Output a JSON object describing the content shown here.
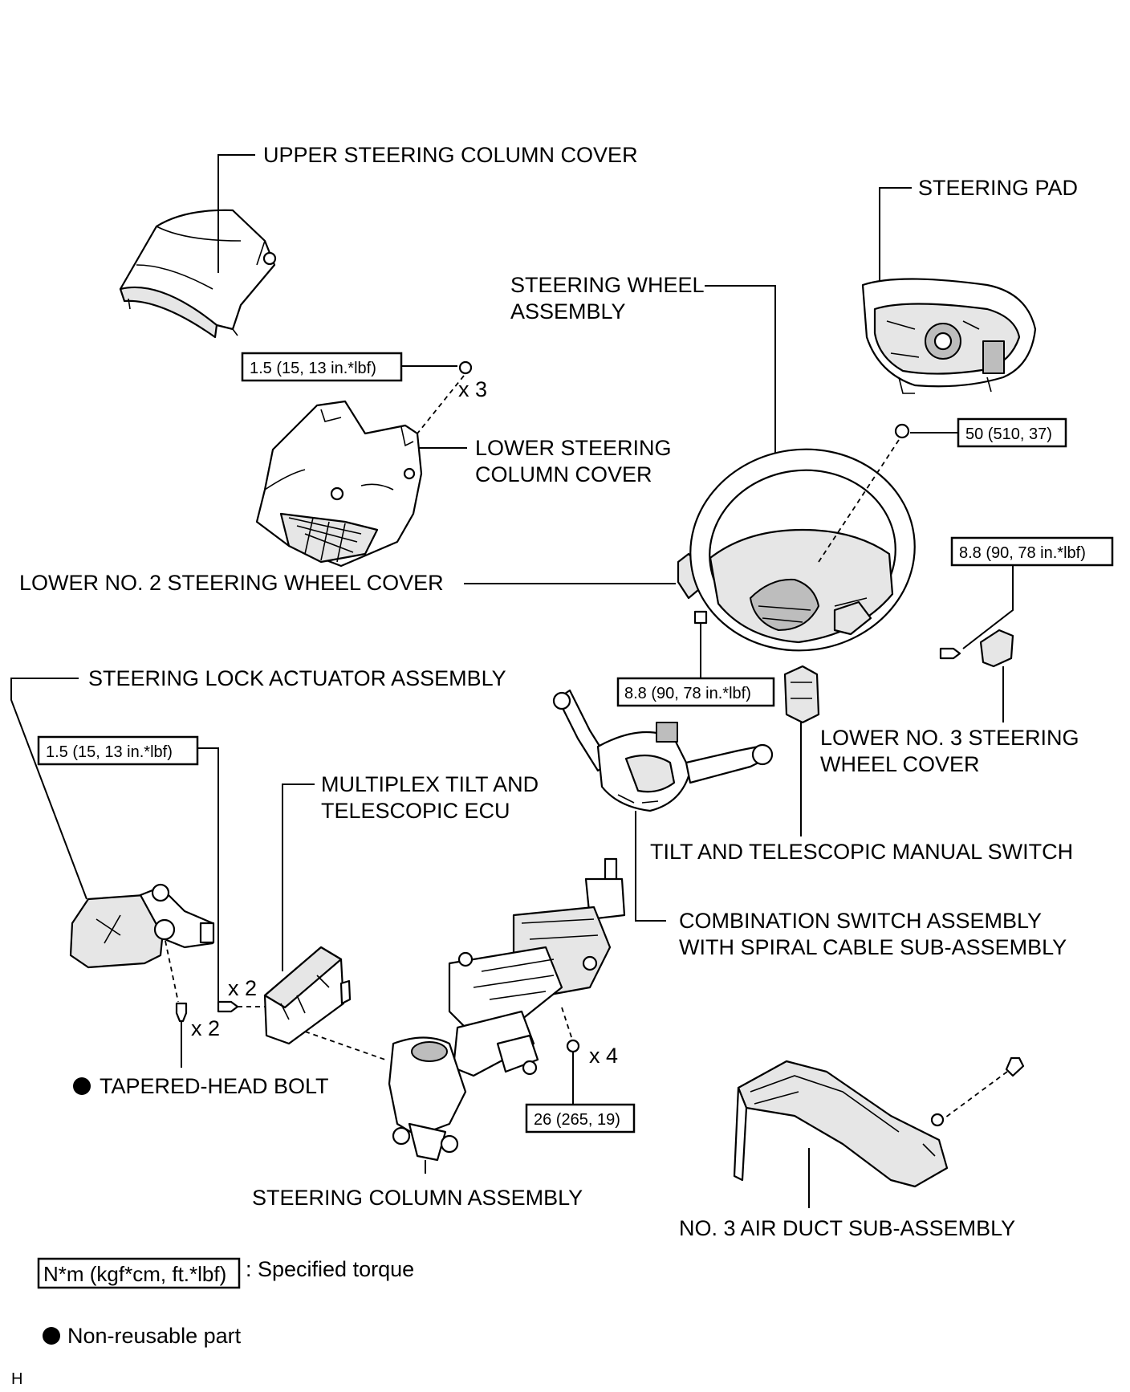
{
  "labels": {
    "upper_column_cover": "UPPER STEERING COLUMN COVER",
    "steering_pad": "STEERING PAD",
    "wheel_assembly_1": "STEERING WHEEL",
    "wheel_assembly_2": "ASSEMBLY",
    "lower_column_cover_1": "LOWER STEERING",
    "lower_column_cover_2": "COLUMN COVER",
    "lower_no2_wheel_cover": "LOWER NO. 2 STEERING WHEEL COVER",
    "steering_lock_actuator": "STEERING LOCK ACTUATOR ASSEMBLY",
    "multiplex_ecu_1": "MULTIPLEX TILT AND",
    "multiplex_ecu_2": "TELESCOPIC ECU",
    "lower_no3_wheel_cover_1": "LOWER NO. 3 STEERING",
    "lower_no3_wheel_cover_2": "WHEEL COVER",
    "tilt_manual_switch": "TILT AND TELESCOPIC MANUAL SWITCH",
    "combination_switch_1": "COMBINATION SWITCH ASSEMBLY",
    "combination_switch_2": "WITH SPIRAL CABLE SUB-ASSEMBLY",
    "tapered_bolt": "TAPERED-HEAD BOLT",
    "steering_column": "STEERING COLUMN ASSEMBLY",
    "air_duct": "NO. 3 AIR DUCT SUB-ASSEMBLY"
  },
  "torques": {
    "column_cover_screw": "1.5 (15, 13 in.*lbf)",
    "wheel_nut": "50 (510, 37)",
    "no3_cover_screw": "8.8 (90, 78 in.*lbf)",
    "no2_cover_screw": "8.8 (90, 78 in.*lbf)",
    "lock_actuator_screw": "1.5 (15, 13 in.*lbf)",
    "column_nut": "26 (265, 19)"
  },
  "quantities": {
    "column_cover_screws": "x 3",
    "ecu_screws": "x 2",
    "tapered_bolts": "x 2",
    "column_nuts": "x 4"
  },
  "legend": {
    "torque_box": "N*m (kgf*cm, ft.*lbf)",
    "torque_text": ": Specified torque",
    "non_reusable": "Non-reusable part"
  },
  "corner_mark": "H"
}
